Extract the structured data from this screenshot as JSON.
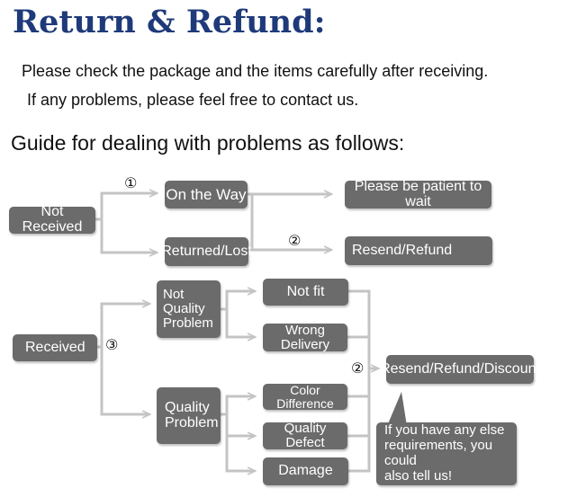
{
  "title": "Return & Refund:",
  "intro": [
    "Please check the package and the items carefully after receiving.",
    "If any problems, please feel free to contact us."
  ],
  "guide_heading": "Guide for dealing with problems as follows:",
  "nodes": {
    "not_received": "Not Received",
    "on_the_way": "On the Way",
    "returned_lost": "Returned/Lost",
    "be_patient": "Please be patient to wait",
    "resend_refund": "Resend/Refund",
    "received": "Received",
    "not_quality_problem": "Not\nQuality\nProblem",
    "quality_problem": "Quality\nProblem",
    "not_fit": "Not fit",
    "wrong_delivery": "Wrong Delivery",
    "color_difference": "Color Difference",
    "quality_defect": "Quality Defect",
    "damage": "Damage",
    "resend_refund_discount": "Resend/Refund/Discount",
    "else_requirements": "If you have any else\nrequirements, you could\nalso tell us!"
  },
  "markers": {
    "m1": "①",
    "m2_top": "②",
    "m3": "③",
    "m2_bottom": "②"
  },
  "colors": {
    "title": "#1e3a7a",
    "box": "#6b6b6b",
    "connector": "#c4c4c4"
  }
}
